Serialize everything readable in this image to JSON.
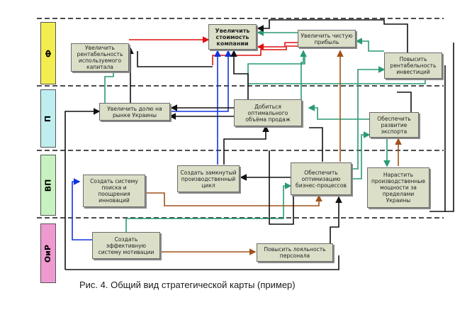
{
  "caption": "Рис. 4. Общий вид стратегической карты (пример)",
  "colors": {
    "red": "#dd1111",
    "blue": "#1133dd",
    "green": "#2a9a74",
    "brown": "#a0521a",
    "black": "#111111",
    "F": "#f3ee4f",
    "P": "#bfeef0",
    "VP": "#c7f2c0",
    "OiR": "#ee9ad0"
  },
  "perspectives": [
    {
      "key": "F",
      "label": "Ф"
    },
    {
      "key": "P",
      "label": "П"
    },
    {
      "key": "VP",
      "label": "ВП"
    },
    {
      "key": "OiR",
      "label": "ОиР"
    }
  ],
  "nodes": {
    "increase_value": "Увеличить стоимость компании",
    "increase_profit": "Увеличить чистую прибыль",
    "roce": "Увеличить рентабельность используемого капитала",
    "roi": "Повысить рентабельность инвестиций",
    "market_share": "Увеличить долю на рынке Украины",
    "optimal_sales": "Добиться оптимального объёма продаж",
    "export": "Обеспечить развитие экспорта",
    "search_system": "Создать систему поиска и поощрения инноваций",
    "closed_cycle": "Создать замкнутый производственный цикл",
    "optimize": "Обеспечить оптимизацию бизнес-процессов",
    "capacity": "Нарастить производственные мощности за пределами Украины",
    "motivation": "Создать эффективную систему мотивации",
    "loyalty": "Повысить лояльность персонала"
  }
}
